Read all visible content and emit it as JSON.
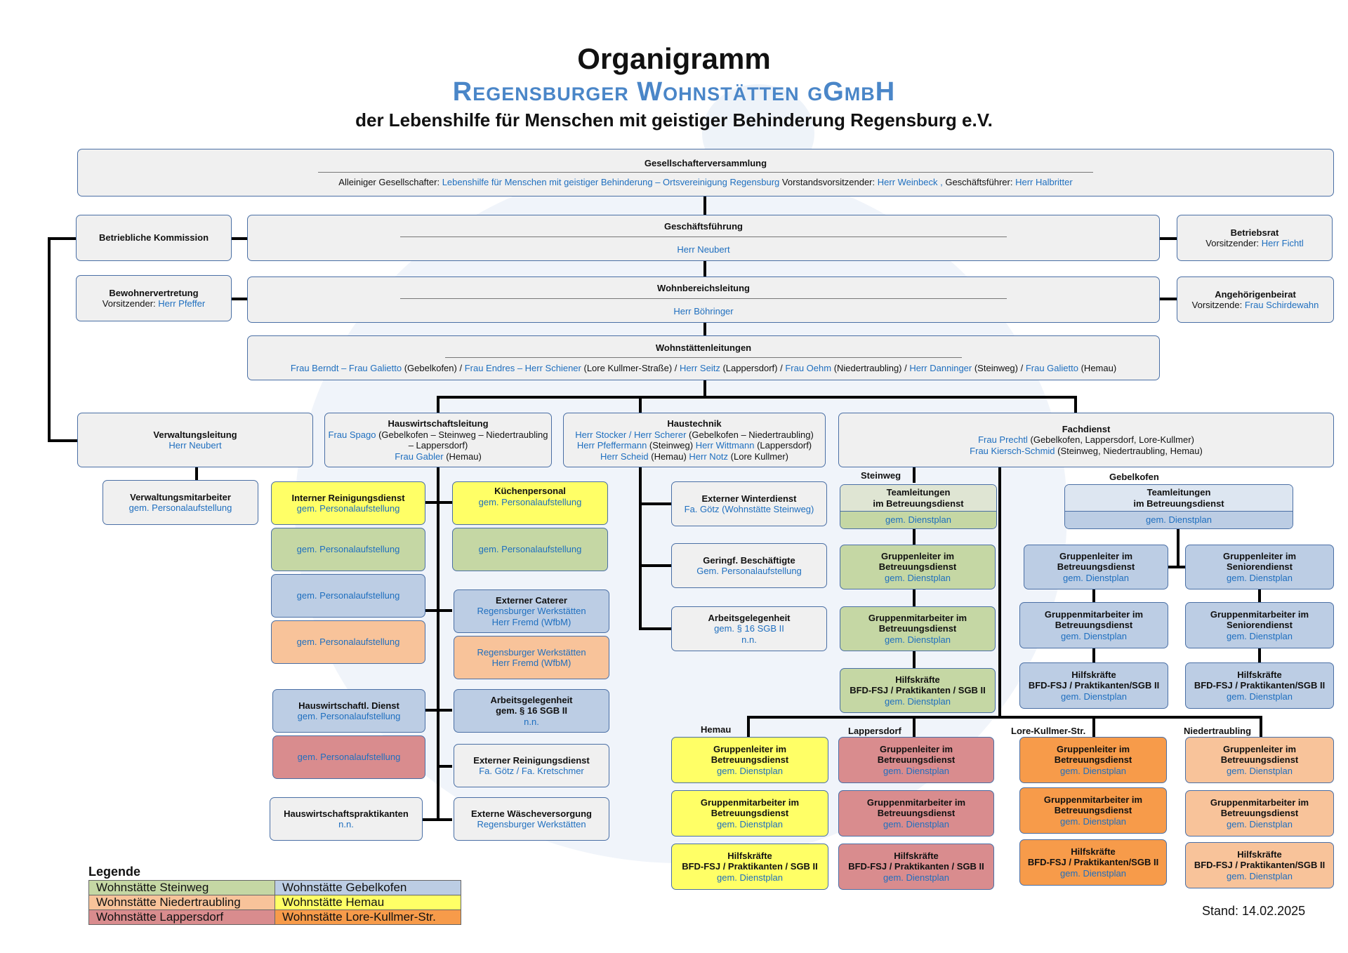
{
  "header": {
    "title": "Organigramm",
    "company": "Regensburger Wohnstätten gGmbH",
    "subtitle": "der Lebenshilfe für Menschen mit geistiger Behinderung Regensburg e.V."
  },
  "gesellschafter": {
    "title": "Gesellschafterversammlung",
    "label1": "Alleiniger Gesellschafter:",
    "value1": "Lebenshilfe für Menschen mit geistiger Behinderung – Ortsvereinigung Regensburg",
    "label2": "Vorstandsvorsitzender:",
    "value2": "Herr Weinbeck ,",
    "label3": "Geschäftsführer:",
    "value3": "Herr Halbritter"
  },
  "kommission": {
    "title": "Betriebliche Kommission"
  },
  "geschaeftsfuehrung": {
    "title": "Geschäftsführung",
    "name": "Herr Neubert"
  },
  "betriebsrat": {
    "title": "Betriebsrat",
    "label": "Vorsitzender:",
    "name": "Herr Fichtl"
  },
  "bewohnervertretung": {
    "title": "Bewohnervertretung",
    "label": "Vorsitzender:",
    "name": "Herr Pfeffer"
  },
  "wohnbereich": {
    "title": "Wohnbereichsleitung",
    "name": "Herr Böhringer"
  },
  "angehoerigen": {
    "title": "Angehörigenbeirat",
    "label": "Vorsitzende:",
    "name": "Frau Schirdewahn"
  },
  "wohnstaetten": {
    "title": "Wohnstättenleitungen",
    "p1": "Frau Berndt – Frau Galietto",
    "l1": " (Gebelkofen) / ",
    "p2": "Frau Endres – Herr Schiener",
    "l2": " (Lore Kullmer-Straße) / ",
    "p3": "Herr Seitz",
    "l3": " (Lappersdorf) / ",
    "p4": "Frau Oehm",
    "l4": " (Niedertraubling) / ",
    "p5": "Herr Danninger",
    "l5": " (Steinweg) / ",
    "p6": "Frau Galietto",
    "l6": " (Hemau)"
  },
  "verwaltung": {
    "title": "Verwaltungsleitung",
    "name": "Herr Neubert",
    "mitarbeiter_title": "Verwaltungsmitarbeiter",
    "mitarbeiter_sub": "gem. Personalaufstellung"
  },
  "hauswirtschaft": {
    "title": "Hauswirtschaftsleitung",
    "p1": "Frau Spago",
    "l1": " (Gebelkofen – Steinweg – Niedertraubling – Lappersdorf)",
    "p2": "Frau Gabler",
    "l2": " (Hemau)",
    "reinigung_title": "Interner Reinigungsdienst",
    "personal": "gem. Personalaufstellung",
    "kuechen_title": "Küchenpersonal",
    "caterer_title": "Externer Caterer",
    "caterer_sub1": "Regensburger Werkstätten",
    "caterer_sub2": "Herr Fremd (WfbM)",
    "hwdienst_title": "Hauswirtschaftl. Dienst",
    "arbeit_title1": "Arbeitsgelegenheit",
    "arbeit_title2": "gem. § 16 SGB II",
    "nn": "n.n.",
    "ext_rein_title": "Externer Reinigungsdienst",
    "ext_rein_sub": "Fa. Götz / Fa. Kretschmer",
    "praktikanten_title": "Hauswirtschaftspraktikanten",
    "waesche_title": "Externe Wäscheversorgung",
    "waesche_sub": "Regensburger Werkstätten"
  },
  "haustechnik": {
    "title": "Haustechnik",
    "p1": "Herr Stocker / Herr Scherer",
    "l1": " (Gebelkofen – Niedertraubling)",
    "p2": "Herr Pfeffermann",
    "l2": " (Steinweg) ",
    "p3": "Herr Wittmann",
    "l3": " (Lappersdorf)",
    "p4": "Herr Scheid",
    "l4": " (Hemau) ",
    "p5": "Herr Notz",
    "l5": " (Lore Kullmer)",
    "winter_title": "Externer Winterdienst",
    "winter_sub": "Fa. Götz (Wohnstätte Steinweg)",
    "gering_title": "Geringf. Beschäftigte",
    "gering_sub": "Gem. Personalaufstellung",
    "arbeit_title": "Arbeitsgelegenheit",
    "arbeit_sub": "gem. § 16 SGB II",
    "nn": "n.n."
  },
  "fachdienst": {
    "title": "Fachdienst",
    "p1": "Frau Prechtl",
    "l1": " (Gebelkofen, Lappersdorf, Lore-Kullmer)",
    "p2": "Frau Kiersch-Schmid",
    "l2": " (Steinweg, Niedertraubling, Hemau)"
  },
  "betreuung": {
    "steinweg": "Steinweg",
    "gebelkofen": "Gebelkofen",
    "hemau": "Hemau",
    "lappersdorf": "Lappersdorf",
    "lore": "Lore-Kullmer-Str.",
    "niedertraubling": "Niedertraubling",
    "teamleitung1": "Teamleitungen",
    "teamleitung2": "im Betreuungsdienst",
    "dienstplan": "gem. Dienstplan",
    "gl1": "Gruppenleiter im",
    "gl2": "Betreuungsdienst",
    "gm1": "Gruppenmitarbeiter im",
    "gm2": "Betreuungsdienst",
    "sgl1": "Gruppenleiter im",
    "sgl2": "Seniorendienst",
    "sgm1": "Gruppenmitarbeiter im",
    "sgm2": "Seniorendienst",
    "hk1": "Hilfskräfte",
    "hk2": "BFD-FSJ / Praktikanten / SGB II",
    "hk2b": "BFD-FSJ / Praktikanten/SGB II"
  },
  "legend": {
    "title": "Legende",
    "items": [
      "Wohnstätte Steinweg",
      "Wohnstätte Gebelkofen",
      "Wohnstätte Niedertraubling",
      "Wohnstätte Hemau",
      "Wohnstätte Lappersdorf",
      "Wohnstätte Lore-Kullmer-Str."
    ],
    "colors": [
      "#c5d7a4",
      "#bccde4",
      "#f8c39a",
      "#ffff66",
      "#d98c8e",
      "#f79b4a"
    ]
  },
  "stand": "Stand: 14.02.2025"
}
